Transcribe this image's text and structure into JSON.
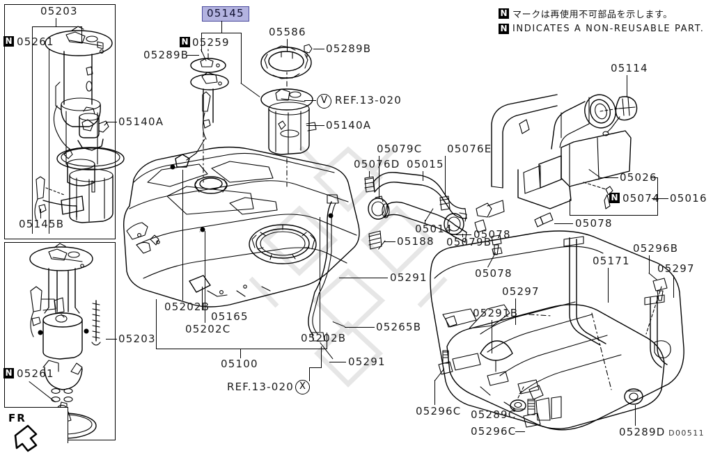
{
  "diagram": {
    "code": "D00511",
    "orientation_marker": "FR",
    "selected_part": "05145"
  },
  "legend": {
    "jp": "マークは再使用不可部品を示します。",
    "en": "INDICATES A NON-REUSABLE PART.",
    "badge": "N"
  },
  "references": [
    {
      "id": "ref-v",
      "marker": "V",
      "text": "REF.13-020"
    },
    {
      "id": "ref-x",
      "marker": "X",
      "text": "REF.13-020"
    }
  ],
  "panels": {
    "top_left": {
      "group_label": "05203",
      "parts": [
        {
          "number": "05261",
          "non_reusable": true
        },
        {
          "number": "05140A",
          "non_reusable": false
        },
        {
          "number": "05145B",
          "non_reusable": false
        }
      ]
    },
    "bottom_left": {
      "group_label": "05203",
      "parts": [
        {
          "number": "05261",
          "non_reusable": true
        }
      ]
    }
  },
  "labels": {
    "sel_05145": "05145",
    "l_05259": "05259",
    "l_05289B_a": "05289B",
    "l_05586": "05586",
    "l_05289B_b": "05289B",
    "l_05140A_top": "05140A",
    "l_05140A_left": "05140A",
    "l_05203_topleft": "05203",
    "l_05261_top": "05261",
    "l_05145B": "05145B",
    "l_05203_left": "05203",
    "l_05261_bot": "05261",
    "l_05202B_left": "05202B",
    "l_05165": "05165",
    "l_05202C": "05202C",
    "l_05100": "05100",
    "l_05202B_right": "05202B",
    "l_05265B": "05265B",
    "l_05291_top": "05291",
    "l_05291_bot": "05291",
    "l_05079C": "05079C",
    "l_05076D": "05076D",
    "l_05015": "05015",
    "l_05076E": "05076E",
    "l_05188": "05188",
    "l_05014": "05014",
    "l_05079B": "05079B",
    "l_05114": "05114",
    "l_05026": "05026",
    "l_05074": "05074",
    "l_05016": "05016",
    "l_05078_a": "05078",
    "l_05078_b": "05078",
    "l_05078_c": "05078",
    "l_05171": "05171",
    "l_05296B": "05296B",
    "l_05297_right": "05297",
    "l_05297_left": "05297",
    "l_05291B": "05291B",
    "l_05296C_a": "05296C",
    "l_05289C": "05289C",
    "l_05296C_b": "05296C",
    "l_05289D": "05289D",
    "ref_v_text": "REF.13-020",
    "ref_v_mark": "V",
    "ref_x_text": "REF.13-020",
    "ref_x_mark": "X"
  },
  "colors": {
    "highlight_fill": "#b3b3e0",
    "highlight_border": "#4a4a9c",
    "line": "#000000",
    "watermark": "#ececec"
  }
}
